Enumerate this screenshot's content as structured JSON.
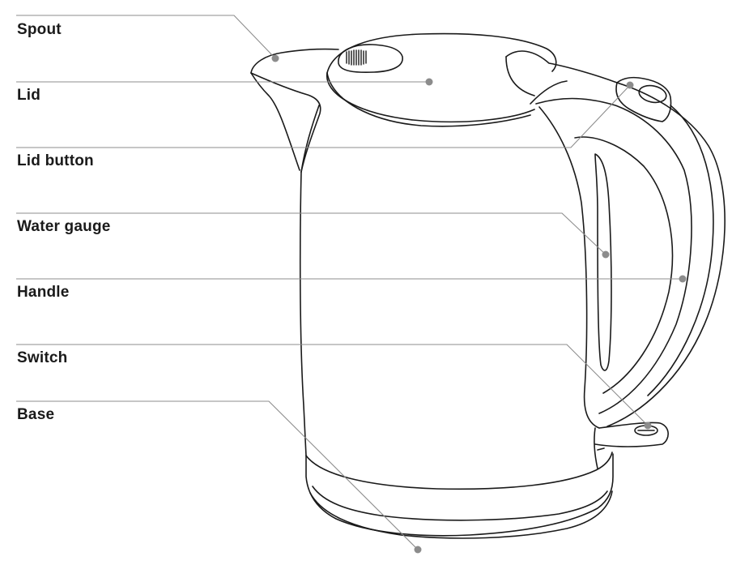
{
  "labels": {
    "spout": "Spout",
    "lid": "Lid",
    "lid_button": "Lid button",
    "water_gauge": "Water gauge",
    "handle": "Handle",
    "switch": "Switch",
    "base": "Base"
  },
  "colors": {
    "outline": "#1a1a1a",
    "leader": "#8c8c8c",
    "dot": "#8c8c8c"
  }
}
